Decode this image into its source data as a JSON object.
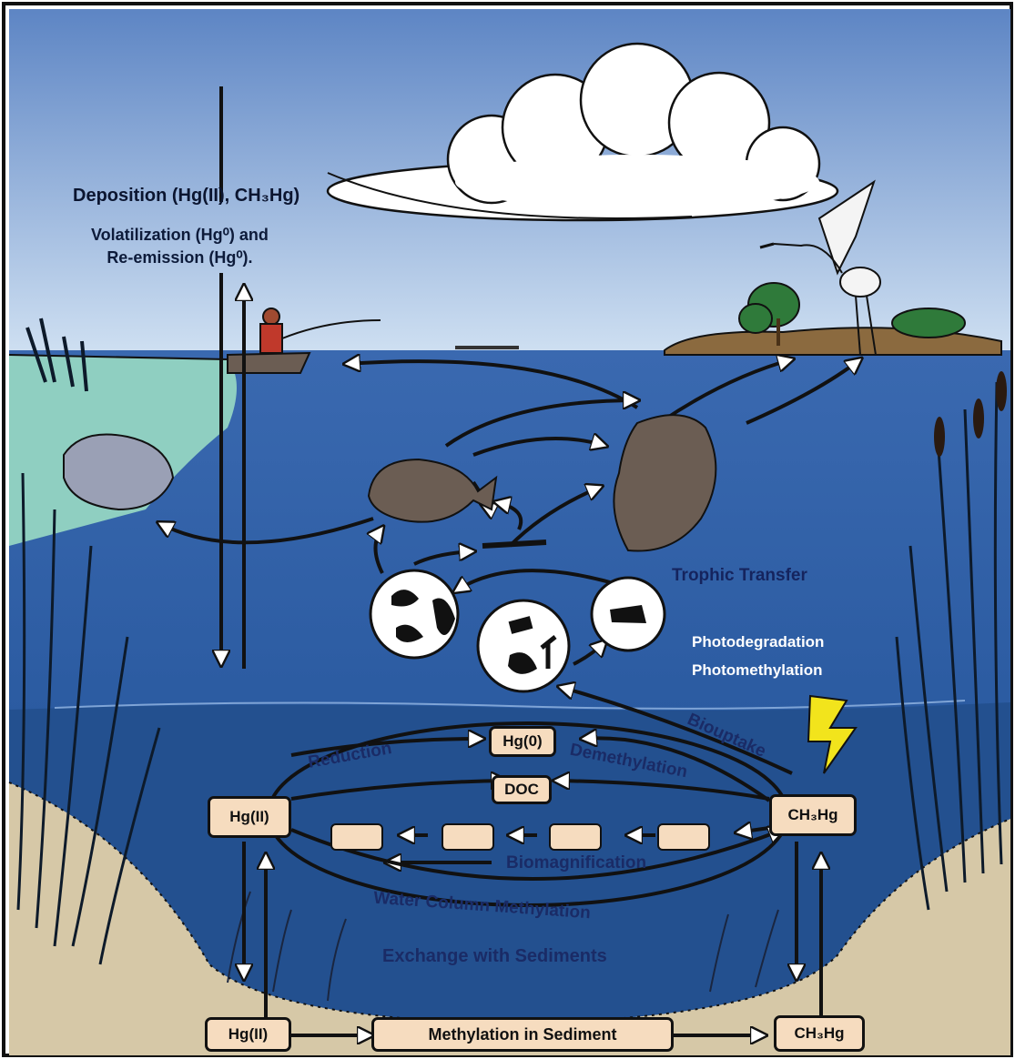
{
  "atmosphere": {
    "deposition": "Deposition (Hg(II), CH₃Hg)",
    "volatilization_line1": "Volatilization (Hg⁰) and",
    "volatilization_line2": "Re-emission (Hg⁰)."
  },
  "labels": {
    "trophic_transfer": "Trophic Transfer",
    "photodegradation": "Photodegradation",
    "photomethylation": "Photomethylation",
    "reduction": "Reduction",
    "demethylation": "Demethylation",
    "biouptake": "Biouptake",
    "biomagnification": "Biomagnification",
    "water_column_methylation": "Water Column Methylation",
    "exchange_with_sediments": "Exchange with Sediments"
  },
  "boxes": {
    "hg0": "Hg(0)",
    "doc": "DOC",
    "hgii_water": "Hg(II)",
    "ch3hg_water": "CH₃Hg",
    "hgii_sediment": "Hg(II)",
    "methylation_sediment": "Methylation in Sediment",
    "ch3hg_sediment": "CH₃Hg"
  },
  "colors": {
    "sky_top": "#5d85c4",
    "sky_bottom": "#cfe0f2",
    "water_upper": "#2f5fa8",
    "water_lower": "#1d4a8a",
    "sediment": "#d6c8a7",
    "box_fill": "#f6dcbf"
  }
}
